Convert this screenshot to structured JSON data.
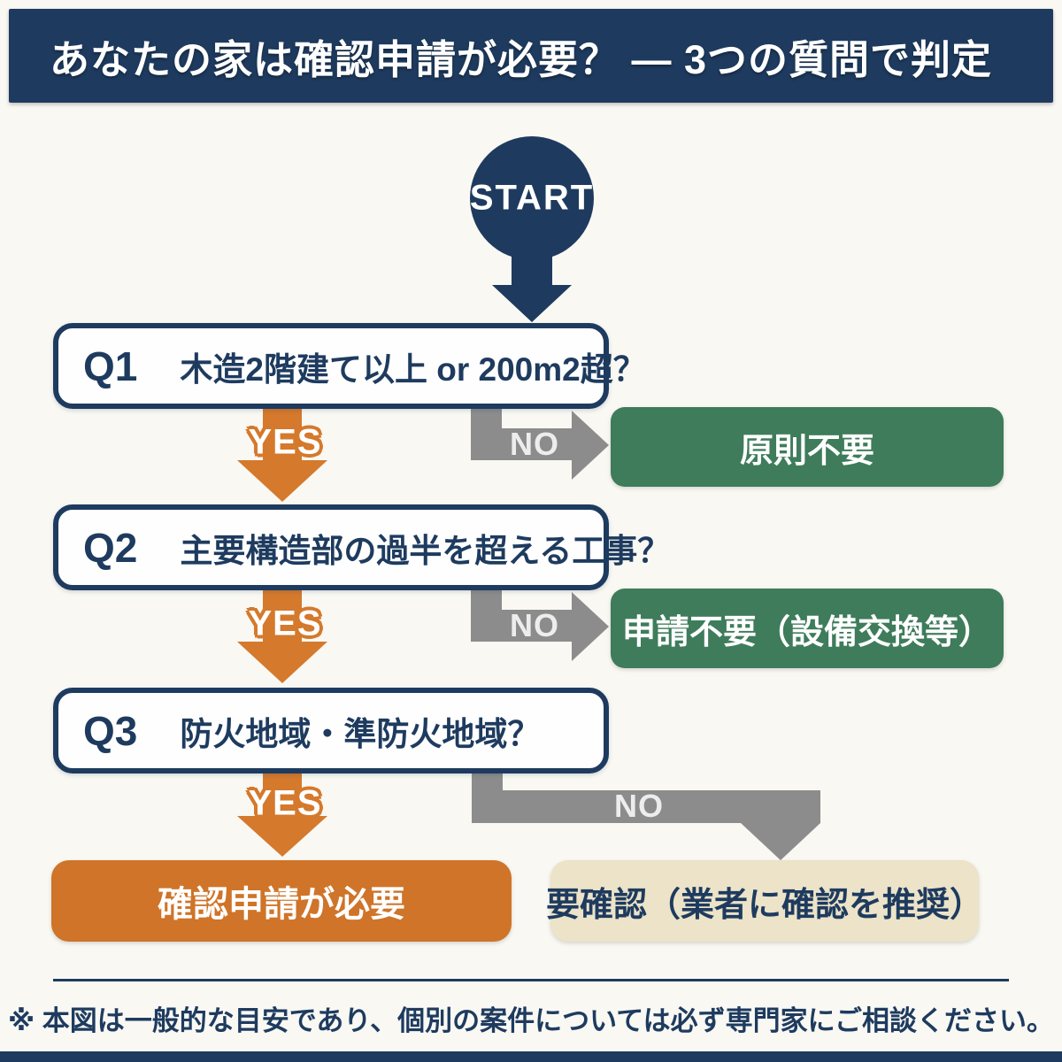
{
  "header": {
    "title": "あなたの家は確認申請が必要？ ― 3つの質問で判定"
  },
  "flow": {
    "start_label": "START",
    "yes_label": "YES",
    "no_label": "NO",
    "questions": [
      {
        "id": "Q1",
        "text": "木造2階建て以上 or 200m2超？"
      },
      {
        "id": "Q2",
        "text": "主要構造部の過半を超える工事？"
      },
      {
        "id": "Q3",
        "text": "防火地域・準防火地域？"
      }
    ],
    "outcomes": [
      {
        "text": "原則不要",
        "type": "green"
      },
      {
        "text": "申請不要（設備交換等）",
        "type": "green"
      },
      {
        "text": "確認申請が必要",
        "type": "orange"
      },
      {
        "text": "要確認（業者に確認を推奨）",
        "type": "beige"
      }
    ]
  },
  "footer": {
    "note": "※ 本図は一般的な目安であり、個別の案件については必ず専門家にご相談ください。"
  },
  "colors": {
    "navy": "#1e3b5f",
    "orange": "#d5792c",
    "gray": "#8c8c8c",
    "green": "#3e7c5b",
    "beige": "#ece3c8",
    "background": "#f9f8f3"
  }
}
